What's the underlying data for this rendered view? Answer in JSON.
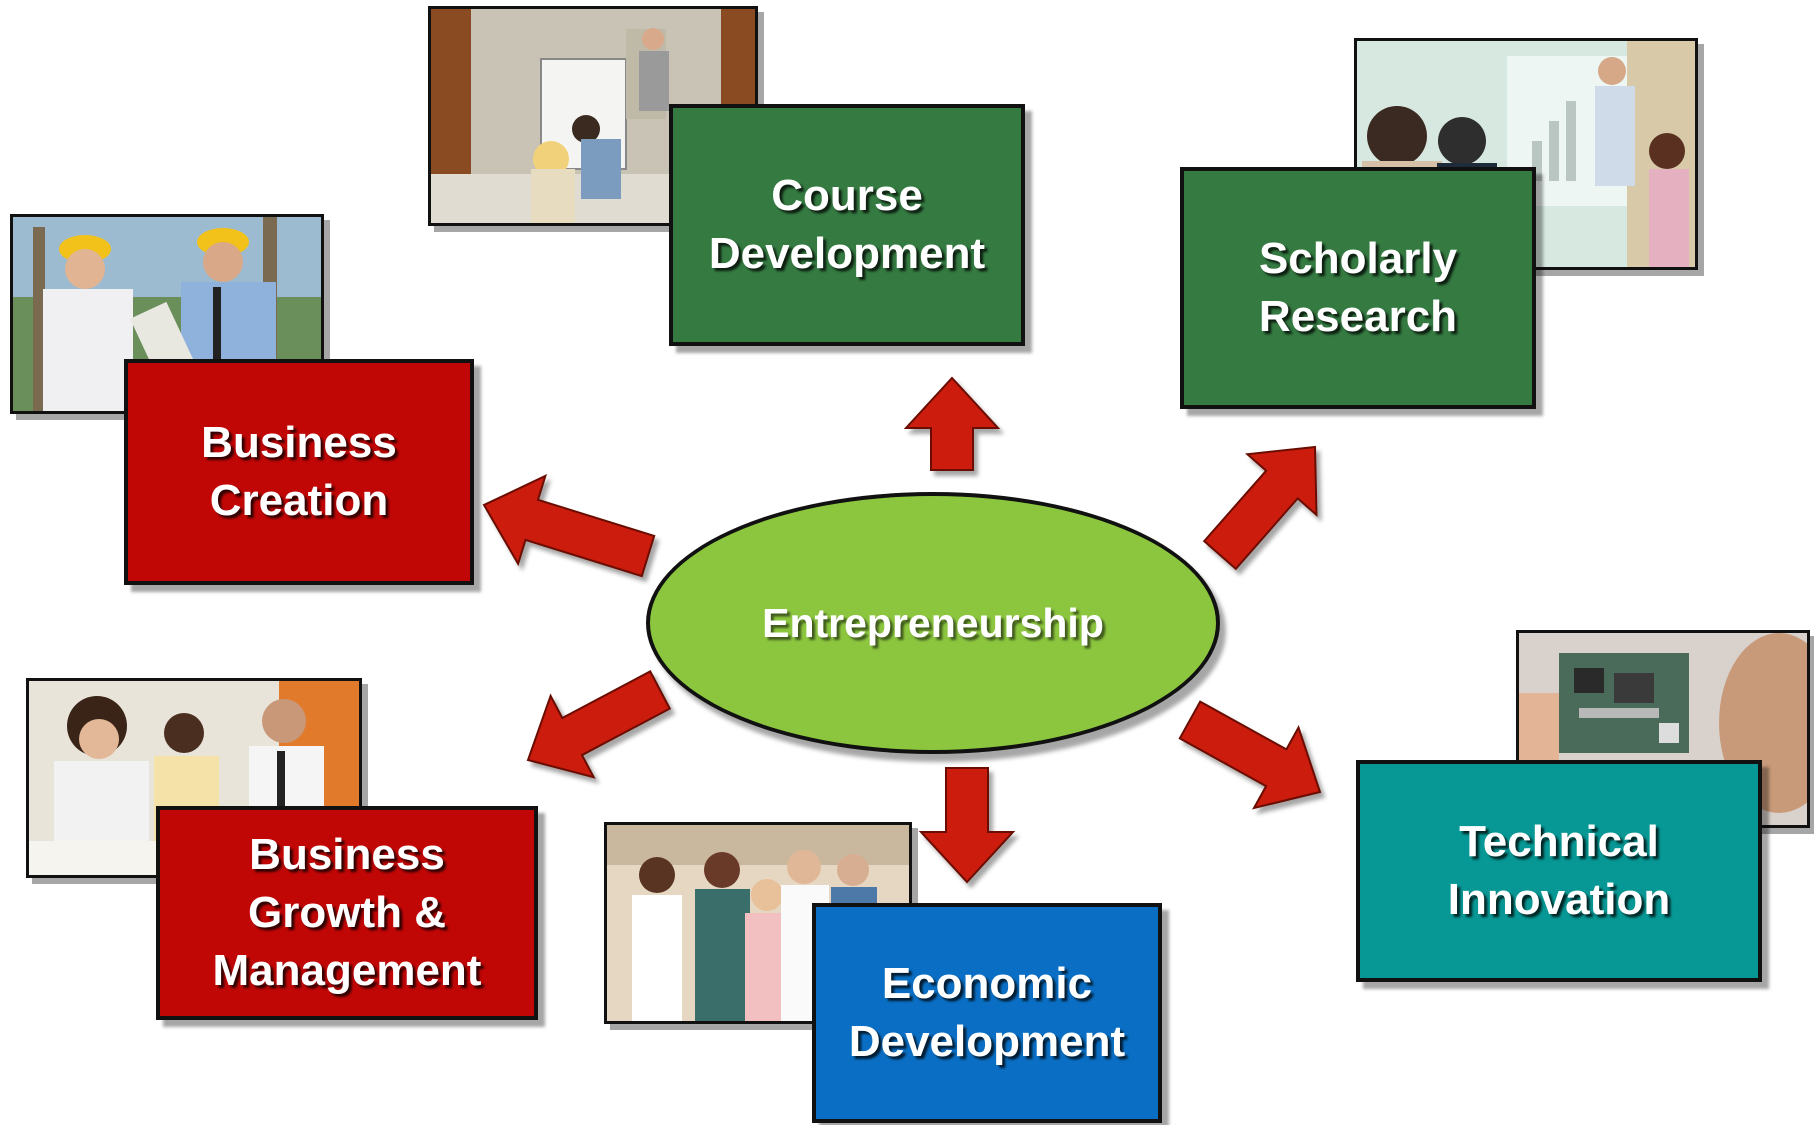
{
  "center": {
    "label": "Entrepreneurship"
  },
  "boxes": {
    "course_development": {
      "lines": [
        "Course",
        "Development"
      ]
    },
    "scholarly_research": {
      "lines": [
        "Scholarly",
        "Research"
      ]
    },
    "business_creation": {
      "lines": [
        "Business",
        "Creation"
      ]
    },
    "business_growth": {
      "lines": [
        "Business",
        "Growth &",
        "Management"
      ]
    },
    "economic_development": {
      "lines": [
        "Economic",
        "Development"
      ]
    },
    "technical_innovation": {
      "lines": [
        "Technical",
        "Innovation"
      ]
    }
  },
  "colors": {
    "green_box": "#347a41",
    "red_box": "#c10606",
    "blue_box": "#0a6fc4",
    "teal_box": "#079794",
    "center_ellipse": "#8cc63f",
    "arrow": "#cc1a0a"
  },
  "photos": {
    "classroom": "classroom-photo",
    "construction": "construction-workers-photo",
    "meeting": "presentation-meeting-photo",
    "students": "students-studying-photo",
    "medical": "medical-staff-photo",
    "circuit": "circuit-board-photo"
  }
}
